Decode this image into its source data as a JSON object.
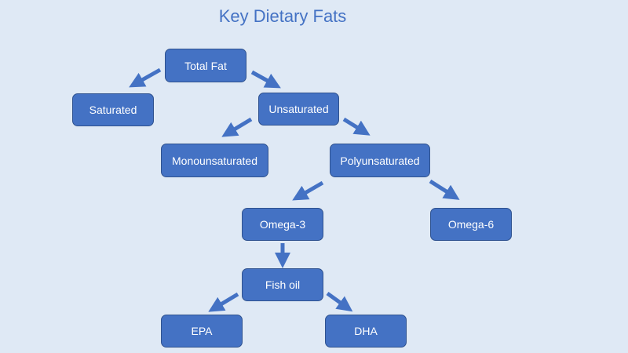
{
  "title": "Key Dietary Fats",
  "colors": {
    "background": "#dfe9f5",
    "node_fill": "#4472c4",
    "node_border": "#2f528f",
    "text": "#ffffff",
    "title": "#4472c4",
    "arrow": "#4472c4"
  },
  "nodes": {
    "total_fat": "Total Fat",
    "saturated": "Saturated",
    "unsaturated": "Unsaturated",
    "monounsaturated": "Monounsaturated",
    "polyunsaturated": "Polyunsaturated",
    "omega3": "Omega-3",
    "omega6": "Omega-6",
    "fish_oil": "Fish oil",
    "epa": "EPA",
    "dha": "DHA"
  },
  "edges": [
    [
      "total_fat",
      "saturated"
    ],
    [
      "total_fat",
      "unsaturated"
    ],
    [
      "unsaturated",
      "monounsaturated"
    ],
    [
      "unsaturated",
      "polyunsaturated"
    ],
    [
      "polyunsaturated",
      "omega3"
    ],
    [
      "polyunsaturated",
      "omega6"
    ],
    [
      "omega3",
      "fish_oil"
    ],
    [
      "fish_oil",
      "epa"
    ],
    [
      "fish_oil",
      "dha"
    ]
  ]
}
